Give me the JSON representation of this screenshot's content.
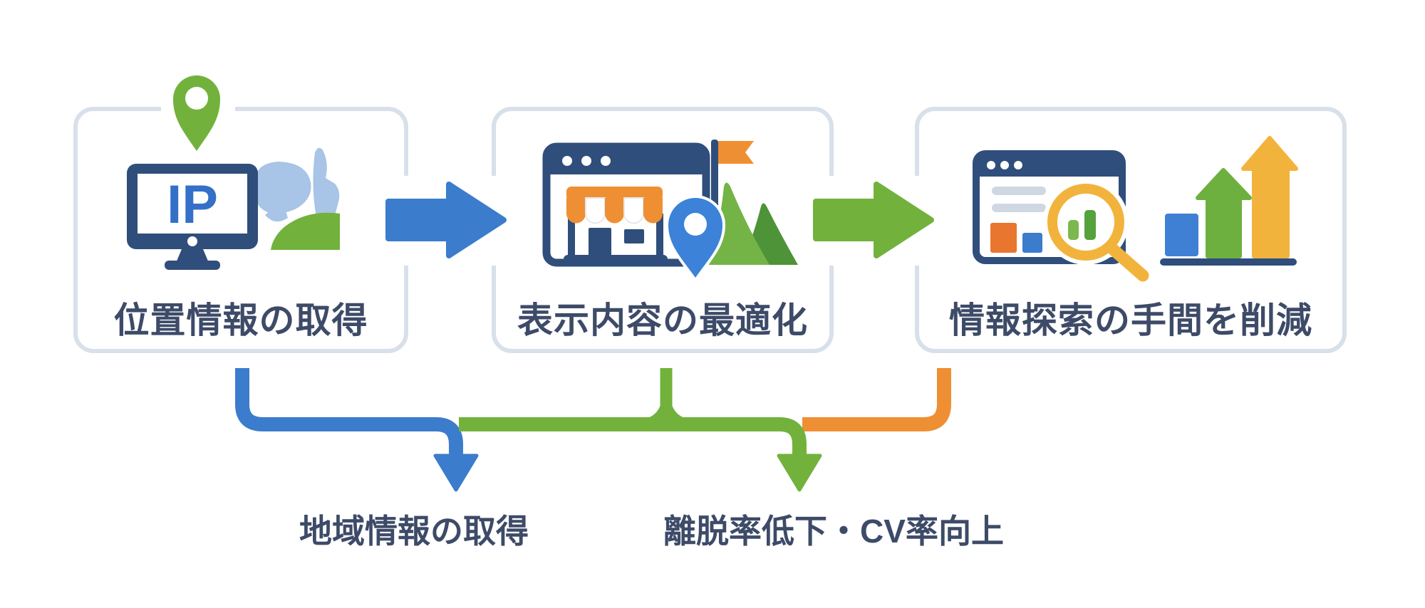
{
  "diagram": {
    "background": "#ffffff",
    "steps": [
      {
        "label": "位置情報の取得",
        "icons": [
          "location-pin-icon",
          "ip-monitor-icon",
          "map-icon"
        ]
      },
      {
        "label": "表示内容の最適化",
        "icons": [
          "storefront-browser-icon",
          "blue-location-pin-icon",
          "mountain-flag-icon"
        ]
      },
      {
        "label": "情報探索の手間を削減",
        "icons": [
          "analytics-browser-icon",
          "magnifier-chart-icon",
          "growth-chart-icon"
        ]
      }
    ],
    "monitor_text": "IP",
    "flow_arrows": [
      {
        "from": "位置情報の取得",
        "to": "表示内容の最適化",
        "color": "#3b7ccc"
      },
      {
        "from": "表示内容の最適化",
        "to": "情報探索の手間を削減",
        "color": "#72b23c"
      }
    ],
    "outcomes": [
      {
        "label": "地域情報の取得",
        "arrow_color": "#3b7ccc"
      },
      {
        "label": "離脱率低下・CV率向上",
        "arrow_color": "#72b23c"
      }
    ],
    "colors": {
      "navy": "#2f4e7b",
      "blue": "#3b7ccc",
      "blue_pin": "#3b82d8",
      "green": "#72b23c",
      "green_dark": "#4f9338",
      "orange": "#ef8f33",
      "amber": "#f2b33d",
      "light_blue_map": "#a8c4e6",
      "gray_line": "#cfd8e2",
      "text": "#3d4b68",
      "box_border": "#d8e0ea"
    }
  }
}
